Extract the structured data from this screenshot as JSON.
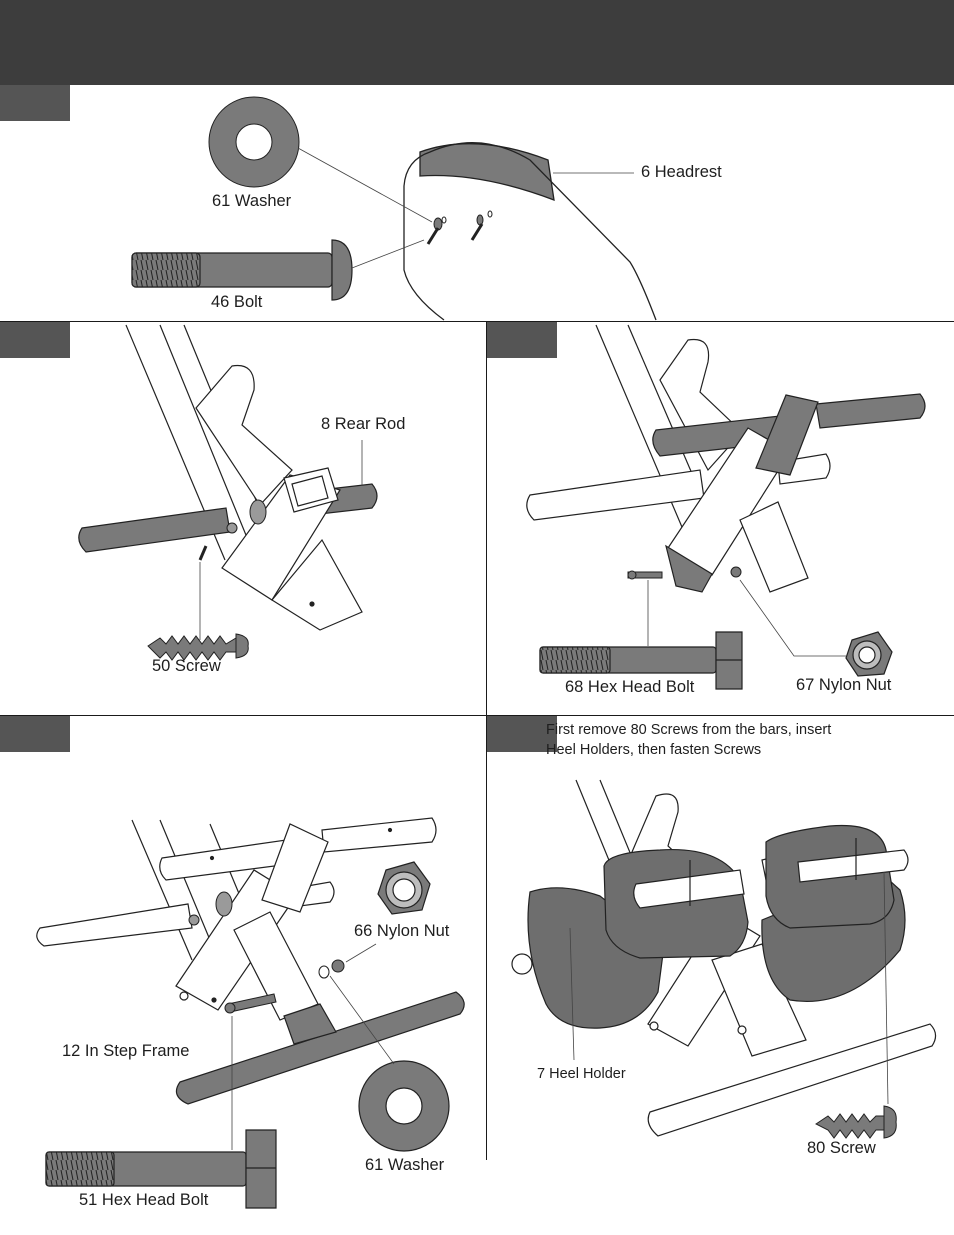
{
  "colors": {
    "header_bar": "#3d3d3d",
    "step_box": "#555555",
    "part_fill": "#7a7a7a",
    "pad_fill": "#6e6e6e"
  },
  "panel1": {
    "washer": "61 Washer",
    "bolt": "46 Bolt",
    "headrest": "6 Headrest"
  },
  "panel2": {
    "rear_rod": "8 Rear Rod",
    "screw": "50 Screw"
  },
  "panel3": {
    "hex_bolt": "68 Hex Head Bolt",
    "nylon_nut": "67 Nylon Nut"
  },
  "panel4": {
    "nylon_nut": "66 Nylon Nut",
    "in_step_frame": "12 In Step Frame",
    "washer": "61 Washer",
    "hex_bolt": "51 Hex Head Bolt"
  },
  "panel5": {
    "note_line1": "First remove 80 Screws from the bars, insert",
    "note_line2": "Heel Holders, then fasten Screws",
    "heel_holder": "7 Heel Holder",
    "screw": "80 Screw"
  }
}
